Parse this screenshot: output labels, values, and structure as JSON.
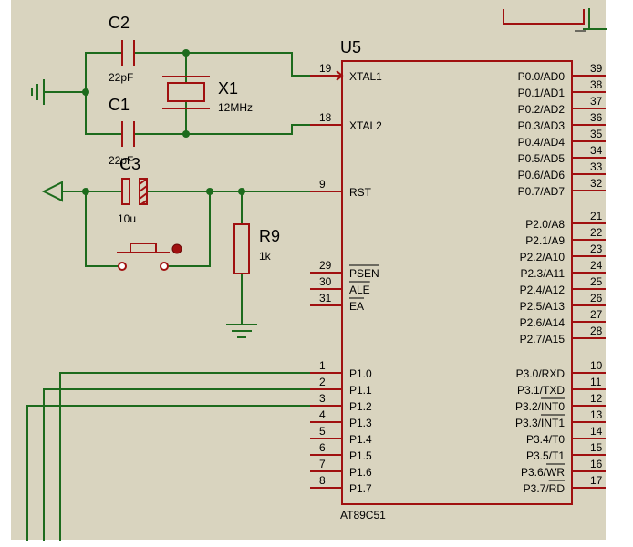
{
  "chip": {
    "ref": "U5",
    "part": "AT89C51",
    "left_pins": [
      {
        "num": "19",
        "name": "XTAL1"
      },
      {
        "num": "18",
        "name": "XTAL2"
      },
      {
        "num": "9",
        "name": "RST"
      },
      {
        "num": "29",
        "name": "PSEN"
      },
      {
        "num": "30",
        "name": "ALE"
      },
      {
        "num": "31",
        "name": "EA"
      },
      {
        "num": "1",
        "name": "P1.0"
      },
      {
        "num": "2",
        "name": "P1.1"
      },
      {
        "num": "3",
        "name": "P1.2"
      },
      {
        "num": "4",
        "name": "P1.3"
      },
      {
        "num": "5",
        "name": "P1.4"
      },
      {
        "num": "6",
        "name": "P1.5"
      },
      {
        "num": "7",
        "name": "P1.6"
      },
      {
        "num": "8",
        "name": "P1.7"
      }
    ],
    "right_pins": [
      {
        "num": "39",
        "name": "P0.0/AD0"
      },
      {
        "num": "38",
        "name": "P0.1/AD1"
      },
      {
        "num": "37",
        "name": "P0.2/AD2"
      },
      {
        "num": "36",
        "name": "P0.3/AD3"
      },
      {
        "num": "35",
        "name": "P0.4/AD4"
      },
      {
        "num": "34",
        "name": "P0.5/AD5"
      },
      {
        "num": "33",
        "name": "P0.6/AD6"
      },
      {
        "num": "32",
        "name": "P0.7/AD7"
      },
      {
        "num": "21",
        "name": "P2.0/A8"
      },
      {
        "num": "22",
        "name": "P2.1/A9"
      },
      {
        "num": "23",
        "name": "P2.2/A10"
      },
      {
        "num": "24",
        "name": "P2.3/A11"
      },
      {
        "num": "25",
        "name": "P2.4/A12"
      },
      {
        "num": "26",
        "name": "P2.5/A13"
      },
      {
        "num": "27",
        "name": "P2.6/A14"
      },
      {
        "num": "28",
        "name": "P2.7/A15"
      },
      {
        "num": "10",
        "name": "P3.0/RXD"
      },
      {
        "num": "11",
        "name": "P3.1/TXD"
      },
      {
        "num": "12",
        "name": "P3.2/INT0"
      },
      {
        "num": "13",
        "name": "P3.3/INT1"
      },
      {
        "num": "14",
        "name": "P3.4/T0"
      },
      {
        "num": "15",
        "name": "P3.5/T1"
      },
      {
        "num": "16",
        "name": "P3.6/WR"
      },
      {
        "num": "17",
        "name": "P3.7/RD"
      }
    ]
  },
  "components": {
    "c2": {
      "ref": "C2",
      "value": "22pF"
    },
    "c1": {
      "ref": "C1",
      "value": "22pF"
    },
    "x1": {
      "ref": "X1",
      "value": "12MHz"
    },
    "c3": {
      "ref": "C3",
      "value": "10u"
    },
    "r9": {
      "ref": "R9",
      "value": "1k"
    }
  },
  "colors": {
    "wire": "#1d6b1d",
    "part": "#a01010",
    "body": "#d9d4bf",
    "background": "#ffffff"
  }
}
